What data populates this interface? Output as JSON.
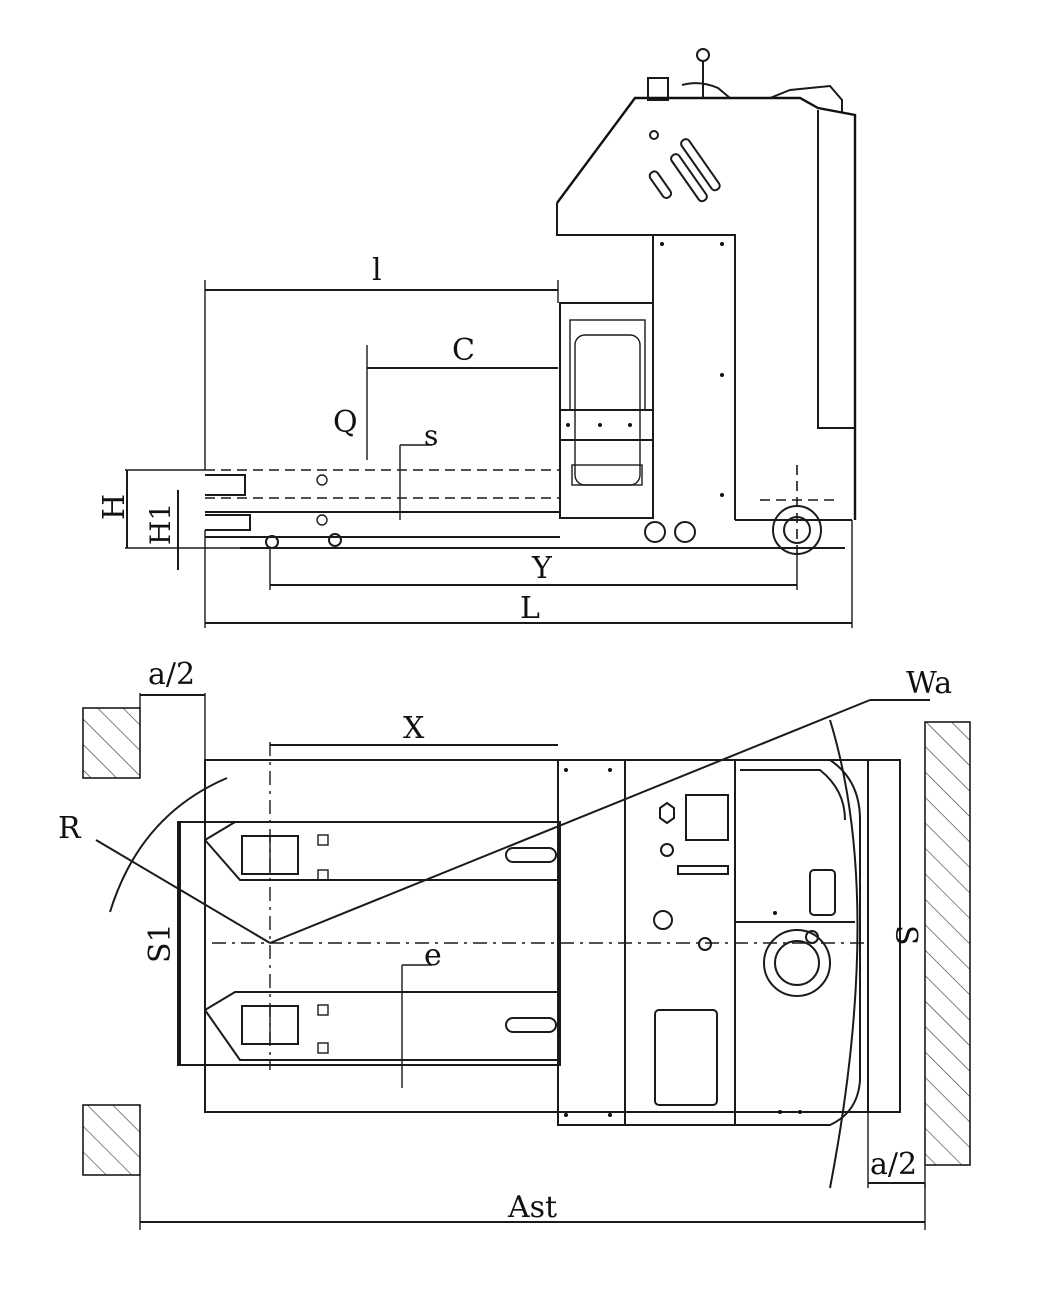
{
  "drawing": {
    "side_view": {
      "labels": {
        "l": "l",
        "C": "C",
        "Q": "Q",
        "s": "s",
        "H": "H",
        "H1": "H1",
        "Y": "Y",
        "L": "L"
      }
    },
    "top_view": {
      "labels": {
        "a2_left": "a/2",
        "a2_right": "a/2",
        "X": "X",
        "Wa": "Wa",
        "R": "R",
        "S1": "S1",
        "e": "e",
        "S": "S",
        "Ast": "Ast"
      }
    }
  }
}
